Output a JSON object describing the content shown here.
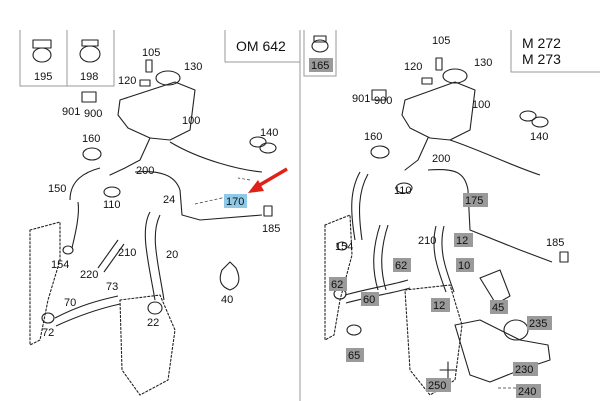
{
  "panels": {
    "left": {
      "engine": "OM 642",
      "clamp_box_labels": [
        "195",
        "198"
      ]
    },
    "right": {
      "engine_lines": [
        "M 272",
        "M 273"
      ],
      "clamp_box_label": "165"
    }
  },
  "left_labels": [
    "105",
    "130",
    "120",
    "901",
    "900",
    "100",
    "140",
    "160",
    "150",
    "200",
    "110",
    "24",
    "170",
    "185",
    "210",
    "154",
    "220",
    "20",
    "73",
    "70",
    "22",
    "72",
    "40"
  ],
  "right_labels": [
    "105",
    "130",
    "120",
    "901",
    "900",
    "100",
    "140",
    "160",
    "200",
    "110",
    "175",
    "210",
    "12",
    "154",
    "62",
    "10",
    "185",
    "62",
    "60",
    "12",
    "45",
    "235",
    "65",
    "230",
    "250",
    "240"
  ],
  "highlighted_label": "170",
  "colors": {
    "highlight": "#8ec9e8",
    "shaded_label": "#9a9a9a",
    "arrow": "#e0211a"
  }
}
